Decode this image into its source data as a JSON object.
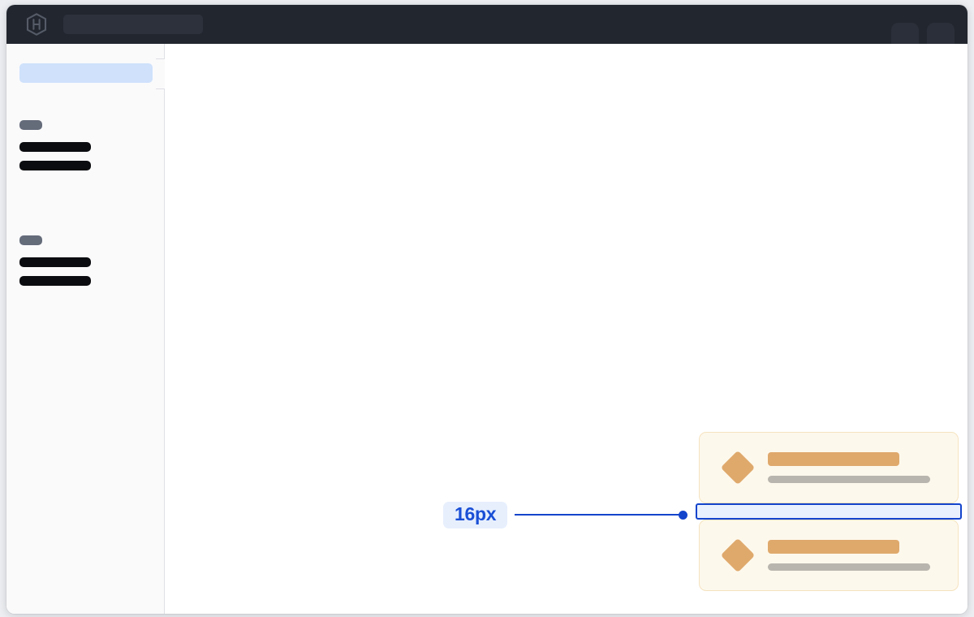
{
  "window": {
    "name": "app-window"
  },
  "header": {
    "logo_icon": "hexagon-logo-icon",
    "search_placeholder": "",
    "search_value": "",
    "chips": [
      {
        "name": "header-chip-1"
      },
      {
        "name": "header-chip-2"
      }
    ]
  },
  "sidebar": {
    "handle_icon": "sidebar-collapse-handle",
    "selected_item": {
      "label": ""
    },
    "groups": [
      {
        "label": "",
        "items": [
          {
            "label": ""
          },
          {
            "label": ""
          }
        ]
      },
      {
        "label": "",
        "items": [
          {
            "label": ""
          },
          {
            "label": ""
          }
        ]
      }
    ]
  },
  "canvas": {
    "cards": [
      {
        "icon": "diamond-icon",
        "title": "",
        "subtitle": ""
      },
      {
        "icon": "diamond-icon",
        "title": "",
        "subtitle": ""
      }
    ],
    "measurement": {
      "value": "16px",
      "unit": "px",
      "amount": 16,
      "orientation": "vertical-gap",
      "leader_dot": "measure-endpoint-dot"
    }
  },
  "colors": {
    "header_bg": "#22262f",
    "sidebar_bg": "#fafafb",
    "selected_nav": "#cfe1fb",
    "card_bg": "#fdf8ec",
    "card_border": "#f5e3c0",
    "accent_tan": "#dfa96c",
    "measure_blue": "#1344cc",
    "measure_fill": "#eaf1fe",
    "label_text": "#1a4fd6"
  }
}
